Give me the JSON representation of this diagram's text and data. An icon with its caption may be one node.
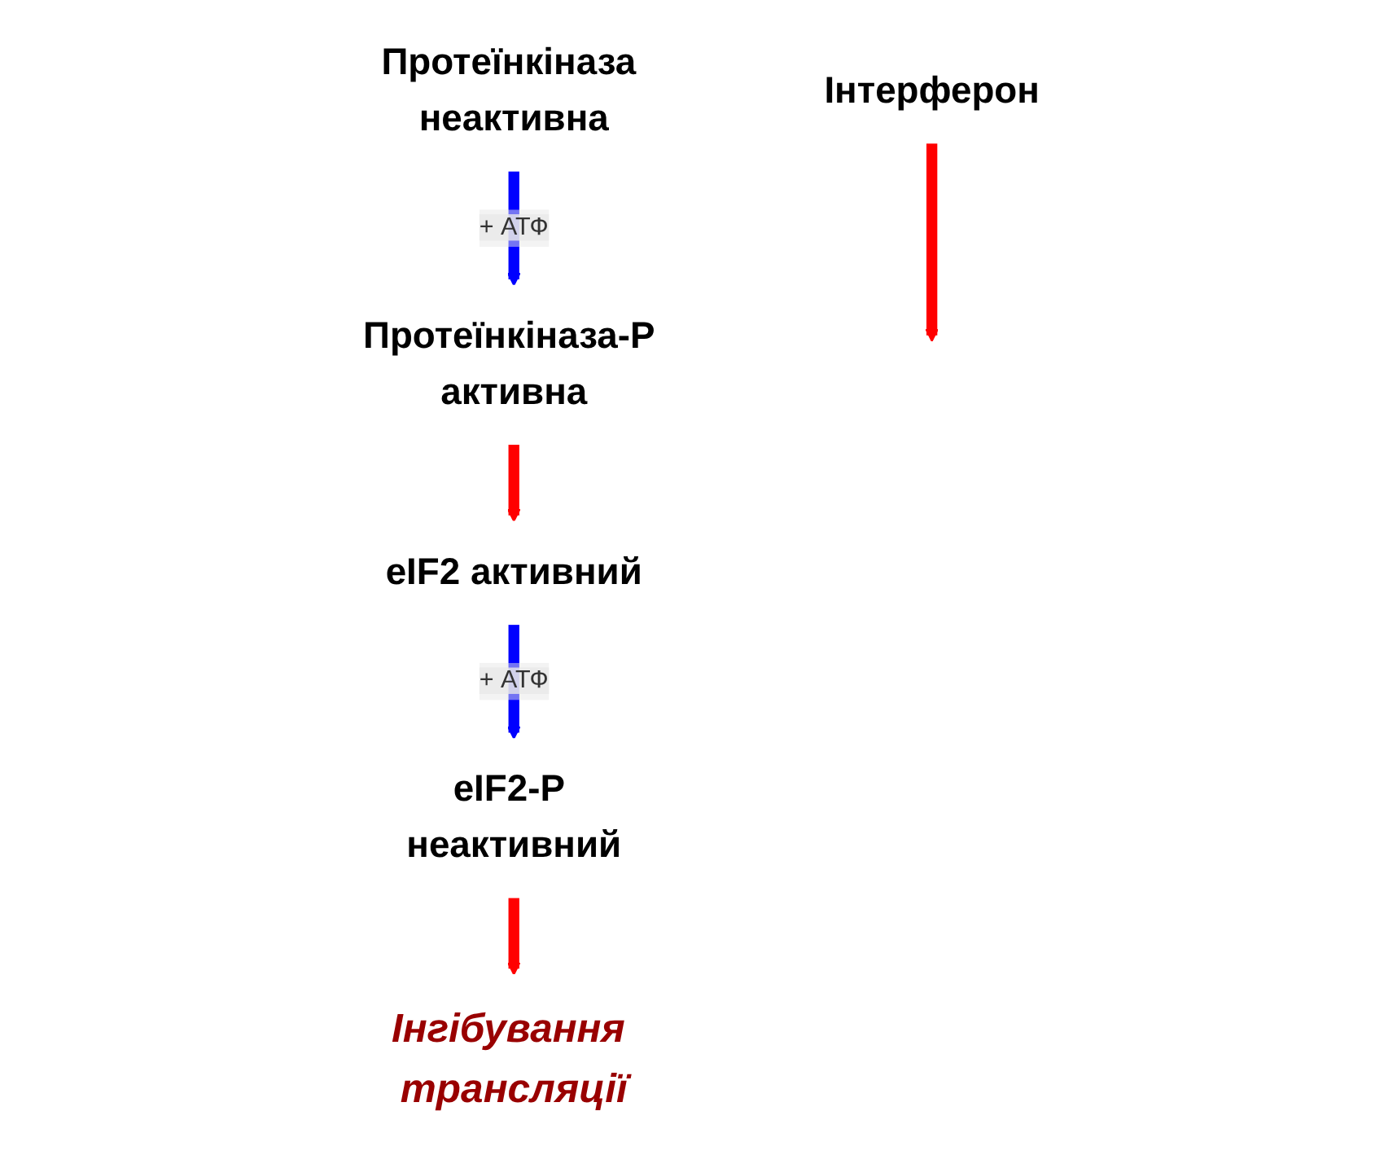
{
  "diagram": {
    "nodes": [
      {
        "text": [
          "Інтерферон"
        ]
      },
      {
        "text": [
          "Протеїнкіназа неактивна"
        ]
      },
      {
        "text": [
          "Протеїнкіназа-P активна"
        ]
      },
      {
        "text": [
          "eIF2 активний"
        ]
      },
      {
        "text": [
          "eIF2-P неактивний"
        ]
      },
      {
        "text": [
          "Інгібування трансляції"
        ]
      }
    ],
    "edges": [
      {
        "from": 0,
        "to": null,
        "arrow": "to"
      },
      {
        "from": 1,
        "to": 2,
        "arrow": "to",
        "label": "+ АТФ",
        "color": "#0000ff"
      },
      {
        "from": 2,
        "to": 3,
        "arrow": "to"
      },
      {
        "from": 3,
        "to": 4,
        "arrow": "to",
        "label": "+ АТФ",
        "color": "#0000ff"
      },
      {
        "from": 4,
        "to": 5,
        "arrow": "to"
      }
    ]
  }
}
